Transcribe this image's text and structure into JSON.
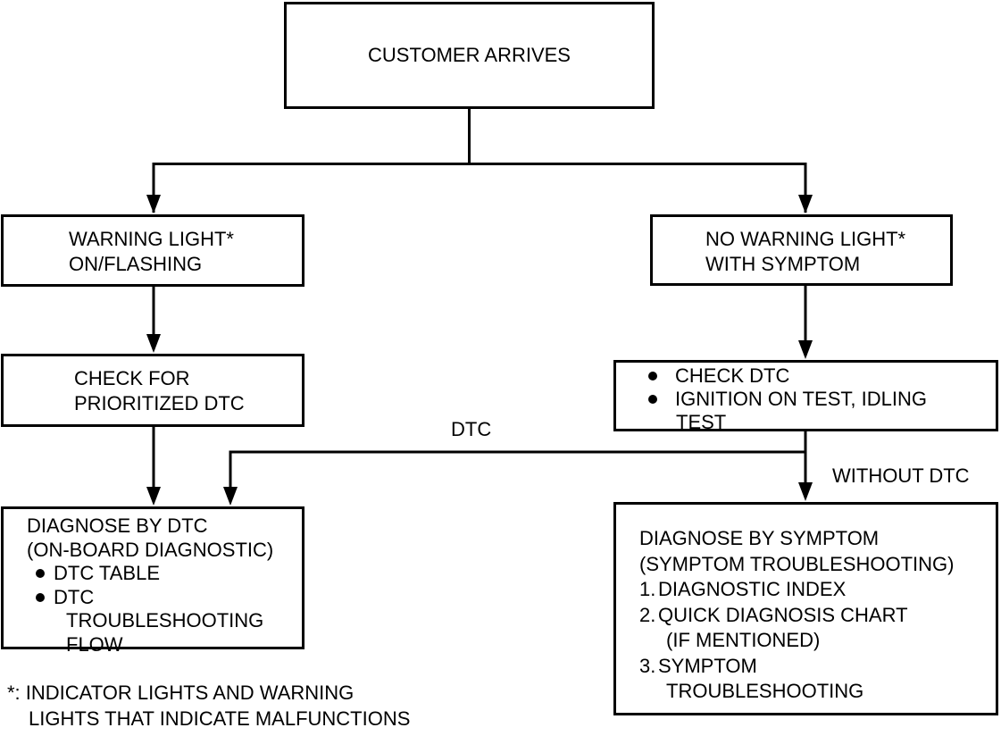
{
  "canvas": {
    "background": "#ffffff",
    "ink": "#000000"
  },
  "nodes": {
    "customer": {
      "label": "CUSTOMER ARRIVES"
    },
    "warning_light": {
      "line1": "WARNING LIGHT*",
      "line2": "ON/FLASHING"
    },
    "no_warning_light": {
      "line1": "NO WARNING LIGHT*",
      "line2": "WITH SYMPTOM"
    },
    "check_prioritized_dtc": {
      "line1": "CHECK FOR",
      "line2": "PRIORITIZED DTC"
    },
    "check_dtc": {
      "items": [
        {
          "text": "CHECK DTC"
        },
        {
          "text": "IGNITION ON TEST, IDLING",
          "continuation": "TEST"
        }
      ]
    },
    "diagnose_by_dtc": {
      "title_line1": "DIAGNOSE BY DTC",
      "title_line2": "(ON-BOARD DIAGNOSTIC)",
      "items": [
        {
          "text": "DTC TABLE"
        },
        {
          "text": "DTC",
          "continuation1": "TROUBLESHOOTING",
          "continuation2": "FLOW"
        }
      ]
    },
    "diagnose_by_symptom": {
      "title_line1": "DIAGNOSE BY SYMPTOM",
      "title_line2": "(SYMPTOM TROUBLESHOOTING)",
      "items": [
        {
          "marker": "1.",
          "text": "DIAGNOSTIC INDEX"
        },
        {
          "marker": "2.",
          "text": "QUICK DIAGNOSIS CHART",
          "continuation": "(IF MENTIONED)"
        },
        {
          "marker": "3.",
          "text": "SYMPTOM",
          "continuation": "TROUBLESHOOTING"
        }
      ]
    }
  },
  "edge_labels": {
    "dtc": "DTC",
    "without_dtc": "WITHOUT DTC"
  },
  "footnote": {
    "line1": "*: INDICATOR LIGHTS AND WARNING",
    "line2": "LIGHTS THAT INDICATE MALFUNCTIONS"
  }
}
